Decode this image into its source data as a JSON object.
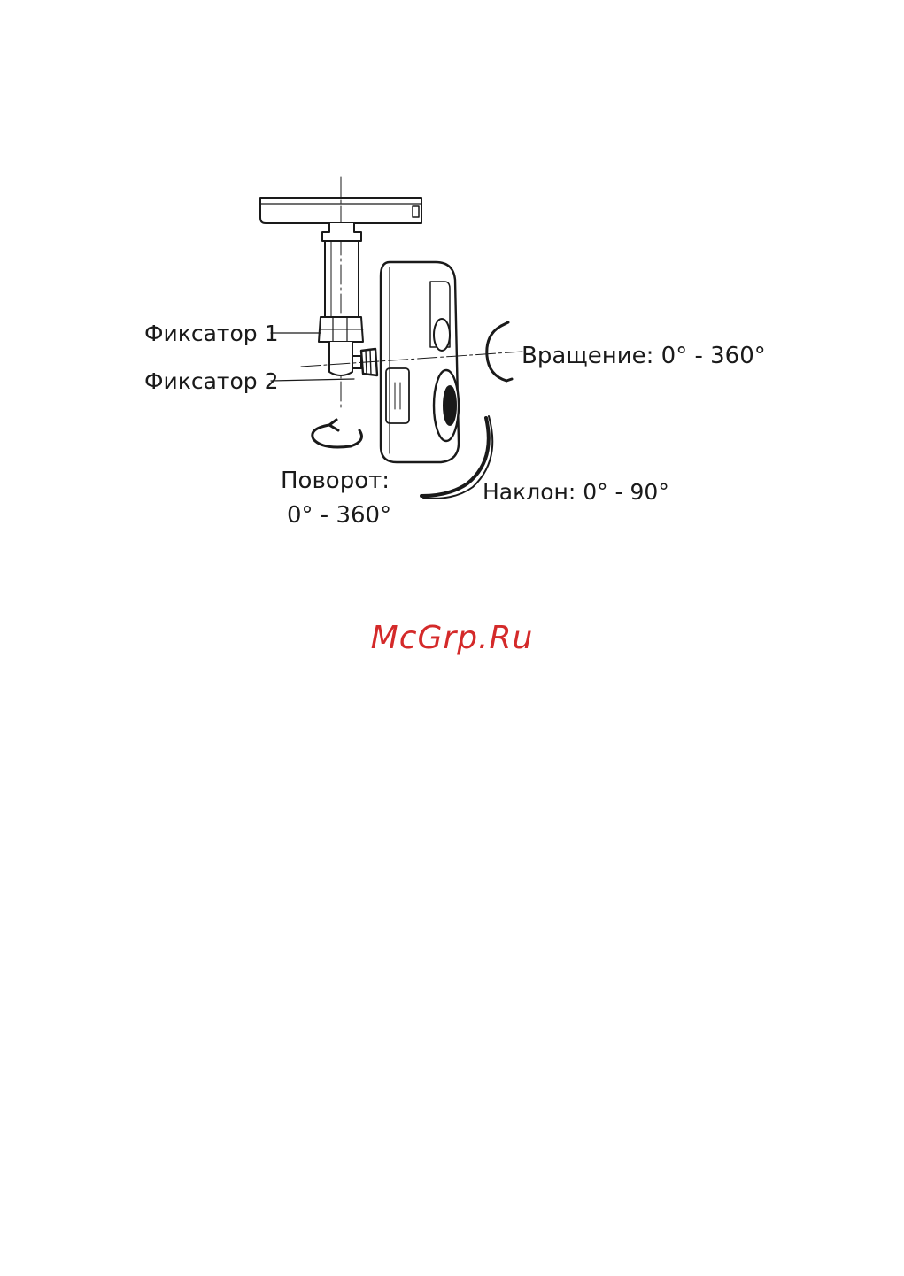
{
  "labels": {
    "lock1": "Фиксатор 1",
    "lock2": "Фиксатор 2",
    "rotation": "Вращение: 0° - 360°",
    "tilt": "Наклон: 0° - 90°",
    "pan_line1": "Поворот:",
    "pan_line2": "0° - 360°"
  },
  "watermark": "McGrp.Ru",
  "colors": {
    "line": "#1a1a1a",
    "watermark": "#d42a2a"
  },
  "icons": [
    "camera-mount-illustration",
    "rotation-arrow-icon",
    "pan-arrow-icon",
    "tilt-arrow-icon"
  ]
}
